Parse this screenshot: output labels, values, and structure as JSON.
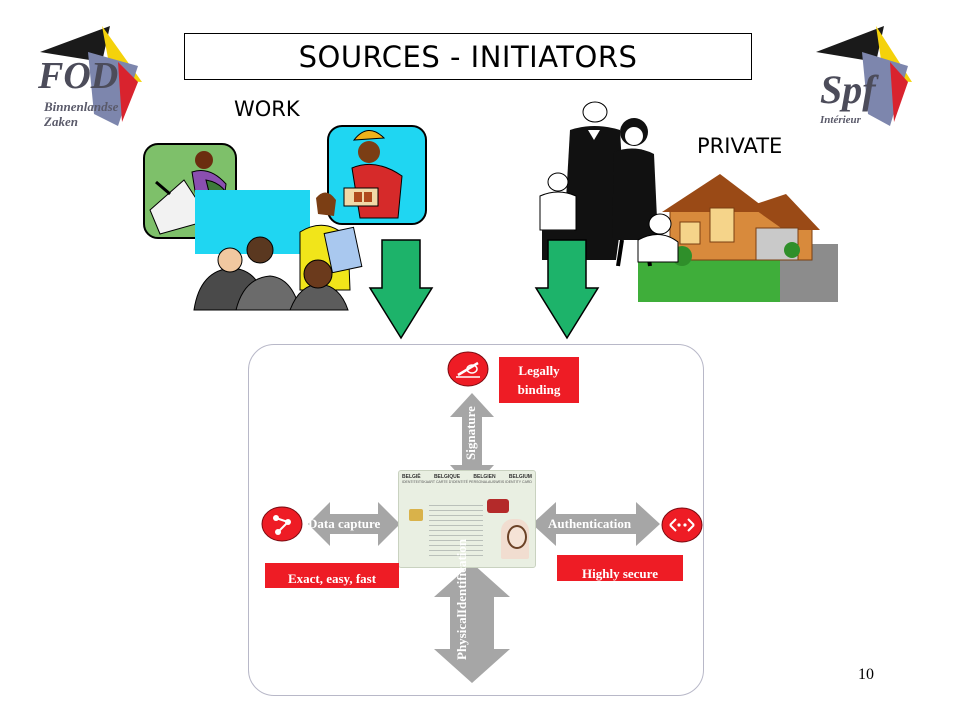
{
  "title": "SOURCES - INITIATORS",
  "labels": {
    "work": "WORK",
    "private": "PRIVATE"
  },
  "logos": {
    "left": {
      "main": "FOD",
      "line1": "Binnenlandse",
      "line2": "Zaken"
    },
    "right": {
      "main": "Spf",
      "line1": "Intérieur"
    }
  },
  "diagram": {
    "signature_badge": "Legally binding",
    "signature_axis": "Signature",
    "data_capture_axis": "Data capture",
    "data_capture_badge": "Exact, easy, fast",
    "authentication_axis": "Authentication",
    "authentication_badge": "Highly secure",
    "physical_axis_line1": "Physical",
    "physical_axis_line2": "Identification",
    "card": {
      "header": [
        "BELGIË",
        "BELGIQUE",
        "BELGIEN",
        "BELGIUM"
      ],
      "subheader": [
        "IDENTITEITSKAART",
        "CARTE D'IDENTITÉ",
        "PERSONALAUSWEIS",
        "IDENTITY CARD"
      ]
    }
  },
  "icons": [
    "signature-icon",
    "data-capture-icon",
    "authentication-icon"
  ],
  "colors": {
    "accent_red": "#ee1c25",
    "arrow_green": "#1db36a",
    "arrow_grey": "#a6a6a6",
    "logo_yellow": "#f4d20b",
    "logo_red": "#d9232e"
  },
  "page_number": "10"
}
